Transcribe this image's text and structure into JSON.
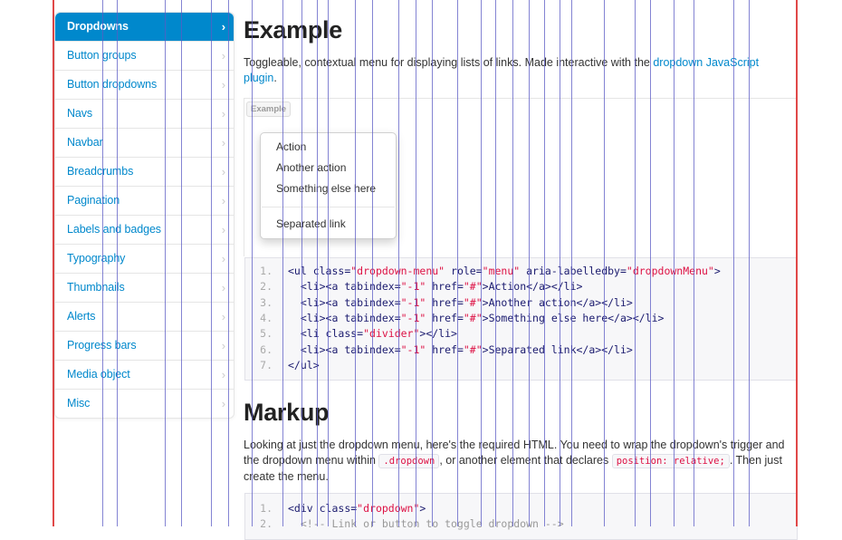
{
  "sidebar": {
    "items": [
      {
        "label": "Dropdowns",
        "active": true
      },
      {
        "label": "Button groups"
      },
      {
        "label": "Button dropdowns"
      },
      {
        "label": "Navs"
      },
      {
        "label": "Navbar"
      },
      {
        "label": "Breadcrumbs"
      },
      {
        "label": "Pagination"
      },
      {
        "label": "Labels and badges"
      },
      {
        "label": "Typography"
      },
      {
        "label": "Thumbnails"
      },
      {
        "label": "Alerts"
      },
      {
        "label": "Progress bars"
      },
      {
        "label": "Media object"
      },
      {
        "label": "Misc"
      }
    ],
    "chevron": "›"
  },
  "example_section": {
    "title": "Example",
    "desc_prefix": "Toggleable, contextual menu for displaying lists of links. Made interactive with the ",
    "desc_link": "dropdown JavaScript plugin",
    "desc_suffix": ".",
    "tab_label": "Example",
    "menu_items": [
      "Action",
      "Another action",
      "Something else here",
      "Separated link"
    ]
  },
  "code1": {
    "lines": [
      {
        "n": "1.",
        "parts": [
          [
            "tag",
            "<ul "
          ],
          [
            "attr",
            "class="
          ],
          [
            "str",
            "\"dropdown-menu\""
          ],
          [
            "attr",
            " role="
          ],
          [
            "str",
            "\"menu\""
          ],
          [
            "attr",
            " aria-labelledby="
          ],
          [
            "str",
            "\"dropdownMenu\""
          ],
          [
            "tag",
            ">"
          ]
        ]
      },
      {
        "n": "2.",
        "parts": [
          [
            "tag",
            "  <li><a "
          ],
          [
            "attr",
            "tabindex="
          ],
          [
            "str",
            "\"-1\""
          ],
          [
            "attr",
            " href="
          ],
          [
            "str",
            "\"#\""
          ],
          [
            "tag",
            ">Action</a></li>"
          ]
        ]
      },
      {
        "n": "3.",
        "parts": [
          [
            "tag",
            "  <li><a "
          ],
          [
            "attr",
            "tabindex="
          ],
          [
            "str",
            "\"-1\""
          ],
          [
            "attr",
            " href="
          ],
          [
            "str",
            "\"#\""
          ],
          [
            "tag",
            ">Another action</a></li>"
          ]
        ]
      },
      {
        "n": "4.",
        "parts": [
          [
            "tag",
            "  <li><a "
          ],
          [
            "attr",
            "tabindex="
          ],
          [
            "str",
            "\"-1\""
          ],
          [
            "attr",
            " href="
          ],
          [
            "str",
            "\"#\""
          ],
          [
            "tag",
            ">Something else here</a></li>"
          ]
        ]
      },
      {
        "n": "5.",
        "parts": [
          [
            "tag",
            "  <li "
          ],
          [
            "attr",
            "class="
          ],
          [
            "str",
            "\"divider\""
          ],
          [
            "tag",
            "></li>"
          ]
        ]
      },
      {
        "n": "6.",
        "parts": [
          [
            "tag",
            "  <li><a "
          ],
          [
            "attr",
            "tabindex="
          ],
          [
            "str",
            "\"-1\""
          ],
          [
            "attr",
            " href="
          ],
          [
            "str",
            "\"#\""
          ],
          [
            "tag",
            ">Separated link</a></li>"
          ]
        ]
      },
      {
        "n": "7.",
        "parts": [
          [
            "tag",
            "</ul>"
          ]
        ]
      }
    ]
  },
  "markup_section": {
    "title": "Markup",
    "text1": "Looking at just the dropdown menu, here's the required HTML. You need to wrap the dropdown's trigger and the dropdown menu within ",
    "code_a": ".dropdown",
    "text2": ", or another element that declares ",
    "code_b": "position: relative;",
    "text3": ". Then just create the menu."
  },
  "code2": {
    "lines": [
      {
        "n": "1.",
        "parts": [
          [
            "tag",
            "<div "
          ],
          [
            "attr",
            "class="
          ],
          [
            "str",
            "\"dropdown\""
          ],
          [
            "tag",
            ">"
          ]
        ]
      },
      {
        "n": "2.",
        "parts": [
          [
            "cmt",
            "  <!-- Link or button to toggle dropdown -->"
          ]
        ]
      }
    ]
  },
  "colors": {
    "accent": "#0088cc",
    "guide_red": "#e04848",
    "guide_blue": "#5b5bc4"
  }
}
